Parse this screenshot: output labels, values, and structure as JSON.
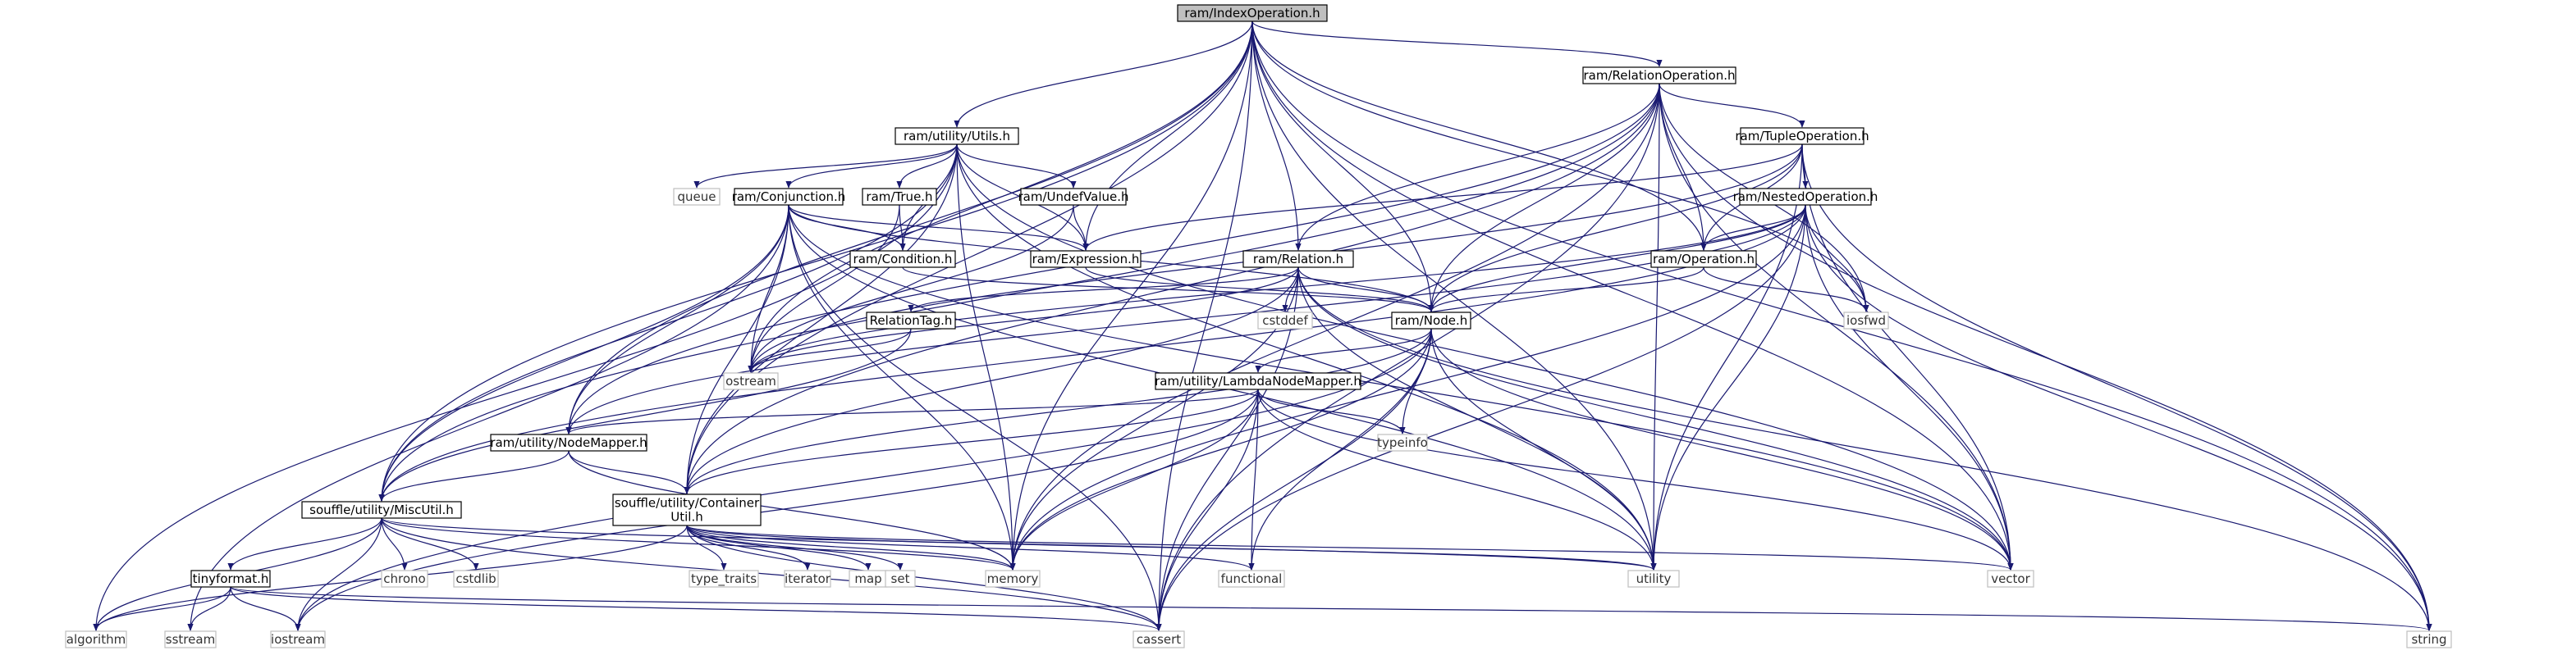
{
  "diagram": {
    "nodes": [
      {
        "id": "index_op",
        "label": "ram/IndexOperation.h",
        "kind": "root"
      },
      {
        "id": "rel_op",
        "label": "ram/RelationOperation.h",
        "kind": "project"
      },
      {
        "id": "utils",
        "label": "ram/utility/Utils.h",
        "kind": "project"
      },
      {
        "id": "tuple_op",
        "label": "ram/TupleOperation.h",
        "kind": "project"
      },
      {
        "id": "nested_op",
        "label": "ram/NestedOperation.h",
        "kind": "project"
      },
      {
        "id": "conj",
        "label": "ram/Conjunction.h",
        "kind": "project"
      },
      {
        "id": "true_h",
        "label": "ram/True.h",
        "kind": "project"
      },
      {
        "id": "undef",
        "label": "ram/UndefValue.h",
        "kind": "project"
      },
      {
        "id": "queue",
        "label": "queue",
        "kind": "std"
      },
      {
        "id": "condition",
        "label": "ram/Condition.h",
        "kind": "project"
      },
      {
        "id": "expression",
        "label": "ram/Expression.h",
        "kind": "project"
      },
      {
        "id": "relation",
        "label": "ram/Relation.h",
        "kind": "project"
      },
      {
        "id": "operation",
        "label": "ram/Operation.h",
        "kind": "project"
      },
      {
        "id": "reltag",
        "label": "RelationTag.h",
        "kind": "project"
      },
      {
        "id": "cstddef",
        "label": "cstddef",
        "kind": "std"
      },
      {
        "id": "node",
        "label": "ram/Node.h",
        "kind": "project"
      },
      {
        "id": "iosfwd",
        "label": "iosfwd",
        "kind": "std"
      },
      {
        "id": "ostream",
        "label": "ostream",
        "kind": "std"
      },
      {
        "id": "lambda_mapper",
        "label": "ram/utility/LambdaNodeMapper.h",
        "kind": "project"
      },
      {
        "id": "typeinfo",
        "label": "typeinfo",
        "kind": "std"
      },
      {
        "id": "node_mapper",
        "label": "ram/utility/NodeMapper.h",
        "kind": "project"
      },
      {
        "id": "misc_util",
        "label": "souffle/utility/MiscUtil.h",
        "kind": "project"
      },
      {
        "id": "container_util",
        "label": "souffle/utility/Container\nUtil.h",
        "kind": "project"
      },
      {
        "id": "tinyformat",
        "label": "tinyformat.h",
        "kind": "project"
      },
      {
        "id": "chrono",
        "label": "chrono",
        "kind": "std"
      },
      {
        "id": "cstdlib",
        "label": "cstdlib",
        "kind": "std"
      },
      {
        "id": "type_traits",
        "label": "type_traits",
        "kind": "std"
      },
      {
        "id": "iterator",
        "label": "iterator",
        "kind": "std"
      },
      {
        "id": "map",
        "label": "map",
        "kind": "std"
      },
      {
        "id": "set",
        "label": "set",
        "kind": "std"
      },
      {
        "id": "memory",
        "label": "memory",
        "kind": "std"
      },
      {
        "id": "functional",
        "label": "functional",
        "kind": "std"
      },
      {
        "id": "utility",
        "label": "utility",
        "kind": "std"
      },
      {
        "id": "vector",
        "label": "vector",
        "kind": "std"
      },
      {
        "id": "algorithm",
        "label": "algorithm",
        "kind": "std"
      },
      {
        "id": "sstream",
        "label": "sstream",
        "kind": "std"
      },
      {
        "id": "iostream",
        "label": "iostream",
        "kind": "std"
      },
      {
        "id": "cassert",
        "label": "cassert",
        "kind": "std"
      },
      {
        "id": "string",
        "label": "string",
        "kind": "std"
      }
    ],
    "edges": [
      [
        "index_op",
        "rel_op"
      ],
      [
        "index_op",
        "utils"
      ],
      [
        "index_op",
        "expression"
      ],
      [
        "index_op",
        "relation"
      ],
      [
        "index_op",
        "node"
      ],
      [
        "index_op",
        "operation"
      ],
      [
        "index_op",
        "iosfwd"
      ],
      [
        "index_op",
        "ostream"
      ],
      [
        "index_op",
        "node_mapper"
      ],
      [
        "index_op",
        "misc_util"
      ],
      [
        "index_op",
        "container_util"
      ],
      [
        "index_op",
        "memory"
      ],
      [
        "index_op",
        "utility"
      ],
      [
        "index_op",
        "vector"
      ],
      [
        "index_op",
        "cassert"
      ],
      [
        "index_op",
        "string"
      ],
      [
        "rel_op",
        "tuple_op"
      ],
      [
        "rel_op",
        "relation"
      ],
      [
        "rel_op",
        "node"
      ],
      [
        "rel_op",
        "operation"
      ],
      [
        "rel_op",
        "node_mapper"
      ],
      [
        "rel_op",
        "misc_util"
      ],
      [
        "rel_op",
        "container_util"
      ],
      [
        "rel_op",
        "memory"
      ],
      [
        "rel_op",
        "utility"
      ],
      [
        "rel_op",
        "vector"
      ],
      [
        "rel_op",
        "cassert"
      ],
      [
        "rel_op",
        "string"
      ],
      [
        "rel_op",
        "iosfwd"
      ],
      [
        "utils",
        "conj"
      ],
      [
        "utils",
        "true_h"
      ],
      [
        "utils",
        "undef"
      ],
      [
        "utils",
        "queue"
      ],
      [
        "utils",
        "condition"
      ],
      [
        "utils",
        "expression"
      ],
      [
        "utils",
        "misc_util"
      ],
      [
        "utils",
        "algorithm"
      ],
      [
        "utils",
        "memory"
      ],
      [
        "utils",
        "utility"
      ],
      [
        "utils",
        "vector"
      ],
      [
        "utils",
        "container_util"
      ],
      [
        "tuple_op",
        "nested_op"
      ],
      [
        "tuple_op",
        "operation"
      ],
      [
        "tuple_op",
        "node"
      ],
      [
        "tuple_op",
        "expression"
      ],
      [
        "tuple_op",
        "utility"
      ],
      [
        "tuple_op",
        "vector"
      ],
      [
        "tuple_op",
        "string"
      ],
      [
        "tuple_op",
        "ostream"
      ],
      [
        "nested_op",
        "operation"
      ],
      [
        "nested_op",
        "node"
      ],
      [
        "nested_op",
        "node_mapper"
      ],
      [
        "nested_op",
        "iosfwd"
      ],
      [
        "nested_op",
        "memory"
      ],
      [
        "nested_op",
        "utility"
      ],
      [
        "nested_op",
        "vector"
      ],
      [
        "nested_op",
        "cassert"
      ],
      [
        "nested_op",
        "string"
      ],
      [
        "nested_op",
        "ostream"
      ],
      [
        "nested_op",
        "misc_util"
      ],
      [
        "conj",
        "condition"
      ],
      [
        "conj",
        "expression"
      ],
      [
        "conj",
        "node"
      ],
      [
        "conj",
        "node_mapper"
      ],
      [
        "conj",
        "misc_util"
      ],
      [
        "conj",
        "container_util"
      ],
      [
        "conj",
        "memory"
      ],
      [
        "conj",
        "utility"
      ],
      [
        "conj",
        "sstream"
      ],
      [
        "conj",
        "cassert"
      ],
      [
        "conj",
        "ostream"
      ],
      [
        "conj",
        "vector"
      ],
      [
        "true_h",
        "condition"
      ],
      [
        "true_h",
        "ostream"
      ],
      [
        "undef",
        "expression"
      ],
      [
        "undef",
        "ostream"
      ],
      [
        "condition",
        "node"
      ],
      [
        "expression",
        "node"
      ],
      [
        "operation",
        "node"
      ],
      [
        "operation",
        "iosfwd"
      ],
      [
        "relation",
        "node"
      ],
      [
        "relation",
        "reltag"
      ],
      [
        "relation",
        "cstddef"
      ],
      [
        "relation",
        "container_util"
      ],
      [
        "relation",
        "memory"
      ],
      [
        "relation",
        "utility"
      ],
      [
        "relation",
        "vector"
      ],
      [
        "relation",
        "string"
      ],
      [
        "relation",
        "cassert"
      ],
      [
        "relation",
        "ostream"
      ],
      [
        "reltag",
        "misc_util"
      ],
      [
        "reltag",
        "ostream"
      ],
      [
        "node",
        "lambda_mapper"
      ],
      [
        "node",
        "typeinfo"
      ],
      [
        "node",
        "memory"
      ],
      [
        "node",
        "utility"
      ],
      [
        "node",
        "vector"
      ],
      [
        "node",
        "cassert"
      ],
      [
        "node",
        "functional"
      ],
      [
        "node",
        "iostream"
      ],
      [
        "node",
        "container_util"
      ],
      [
        "lambda_mapper",
        "node_mapper"
      ],
      [
        "lambda_mapper",
        "typeinfo"
      ],
      [
        "lambda_mapper",
        "container_util"
      ],
      [
        "lambda_mapper",
        "memory"
      ],
      [
        "lambda_mapper",
        "functional"
      ],
      [
        "lambda_mapper",
        "utility"
      ],
      [
        "lambda_mapper",
        "vector"
      ],
      [
        "lambda_mapper",
        "cassert"
      ],
      [
        "lambda_mapper",
        "iostream"
      ],
      [
        "node_mapper",
        "misc_util"
      ],
      [
        "node_mapper",
        "container_util"
      ],
      [
        "node_mapper",
        "memory"
      ],
      [
        "misc_util",
        "tinyformat"
      ],
      [
        "misc_util",
        "chrono"
      ],
      [
        "misc_util",
        "cstdlib"
      ],
      [
        "misc_util",
        "memory"
      ],
      [
        "misc_util",
        "utility"
      ],
      [
        "misc_util",
        "iostream"
      ],
      [
        "misc_util",
        "cassert"
      ],
      [
        "misc_util",
        "algorithm"
      ],
      [
        "container_util",
        "type_traits"
      ],
      [
        "container_util",
        "iterator"
      ],
      [
        "container_util",
        "map"
      ],
      [
        "container_util",
        "set"
      ],
      [
        "container_util",
        "memory"
      ],
      [
        "container_util",
        "functional"
      ],
      [
        "container_util",
        "utility"
      ],
      [
        "container_util",
        "vector"
      ],
      [
        "container_util",
        "algorithm"
      ],
      [
        "container_util",
        "cassert"
      ],
      [
        "tinyformat",
        "algorithm"
      ],
      [
        "tinyformat",
        "sstream"
      ],
      [
        "tinyformat",
        "iostream"
      ],
      [
        "tinyformat",
        "cassert"
      ],
      [
        "tinyformat",
        "string"
      ]
    ]
  }
}
